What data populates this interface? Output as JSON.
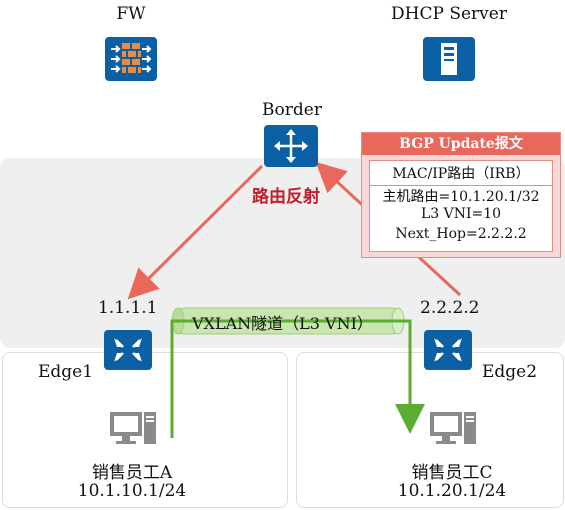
{
  "top": {
    "fw_label": "FW",
    "dhcp_label": "DHCP Server"
  },
  "border": {
    "label": "Border",
    "reflect_label": "路由反射"
  },
  "bgp": {
    "title": "BGP Update报文",
    "header": "MAC/IP路由（IRB）",
    "lines": [
      "主机路由=10.1.20.1/32",
      "L3 VNI=10",
      "Next_Hop=2.2.2.2"
    ]
  },
  "tunnel": {
    "label": "VXLAN隧道（L3 VNI）"
  },
  "edge1": {
    "ip": "1.1.1.1",
    "label": "Edge1"
  },
  "edge2": {
    "ip": "2.2.2.2",
    "label": "Edge2"
  },
  "hostA": {
    "name": "销售员工A",
    "ip": "10.1.10.1/24"
  },
  "hostC": {
    "name": "销售员工C",
    "ip": "10.1.20.1/24"
  },
  "colors": {
    "device_blue": "#0b5fa5",
    "route_red": "#e8685c",
    "path_green": "#5aad32",
    "tunnel_green": "#c9e6b0"
  }
}
